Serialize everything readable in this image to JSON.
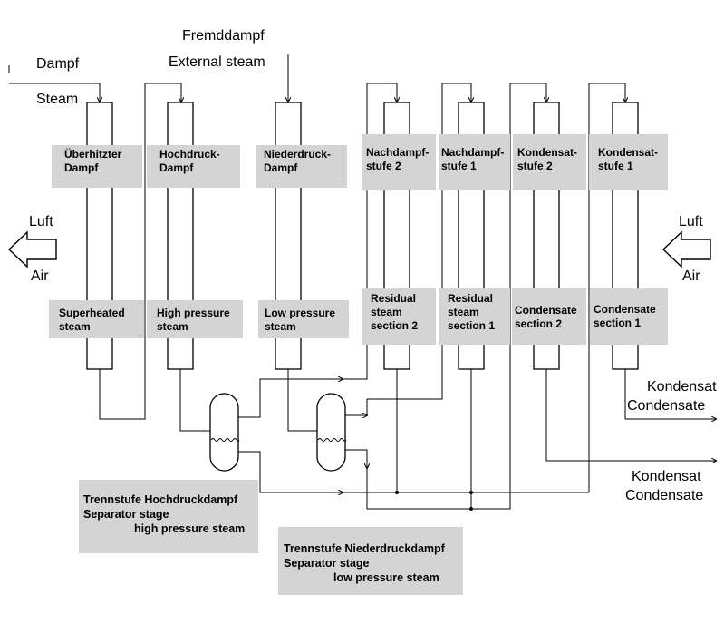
{
  "inlet": {
    "steam_de": "Dampf",
    "steam_en": "Steam",
    "external_de": "Fremddampf",
    "external_en": "External steam"
  },
  "air": {
    "left_de": "Luft",
    "left_en": "Air",
    "right_de": "Luft",
    "right_en": "Air"
  },
  "sections": [
    {
      "top_line1": "Überhitzter",
      "top_line2": "Dampf",
      "bottom_line1": "Superheated",
      "bottom_line2": "steam"
    },
    {
      "top_line1": "Hochdruck-",
      "top_line2": "Dampf",
      "bottom_line1": "High pressure",
      "bottom_line2": "steam"
    },
    {
      "top_line1": "Niederdruck-",
      "top_line2": "Dampf",
      "bottom_line1": "Low pressure",
      "bottom_line2": "steam"
    },
    {
      "top_line1": "Nachdampf-",
      "top_line2": "stufe 2",
      "bottom_line1": "Residual",
      "bottom_line2": "steam",
      "bottom_line3": "section 2"
    },
    {
      "top_line1": "Nachdampf-",
      "top_line2": "stufe 1",
      "bottom_line1": "Residual",
      "bottom_line2": "steam",
      "bottom_line3": "section 1"
    },
    {
      "top_line1": "Kondensat-",
      "top_line2": "stufe 2",
      "bottom_line1": "Condensate",
      "bottom_line2": "section 2"
    },
    {
      "top_line1": "Kondensat-",
      "top_line2": "stufe 1",
      "bottom_line1": "Condensate",
      "bottom_line2": "section 1"
    }
  ],
  "outlets": {
    "condensate1_de": "Kondensat",
    "condensate1_en": "Condensate",
    "condensate2_de": "Kondensat",
    "condensate2_en": "Condensate"
  },
  "separators": {
    "high": {
      "line1": "Trennstufe Hochdruckdampf",
      "line2": "Separator stage",
      "line3": "high pressure steam"
    },
    "low": {
      "line1": "Trennstufe Niederdruckdampf",
      "line2": "Separator stage",
      "line3": "low pressure steam"
    }
  }
}
